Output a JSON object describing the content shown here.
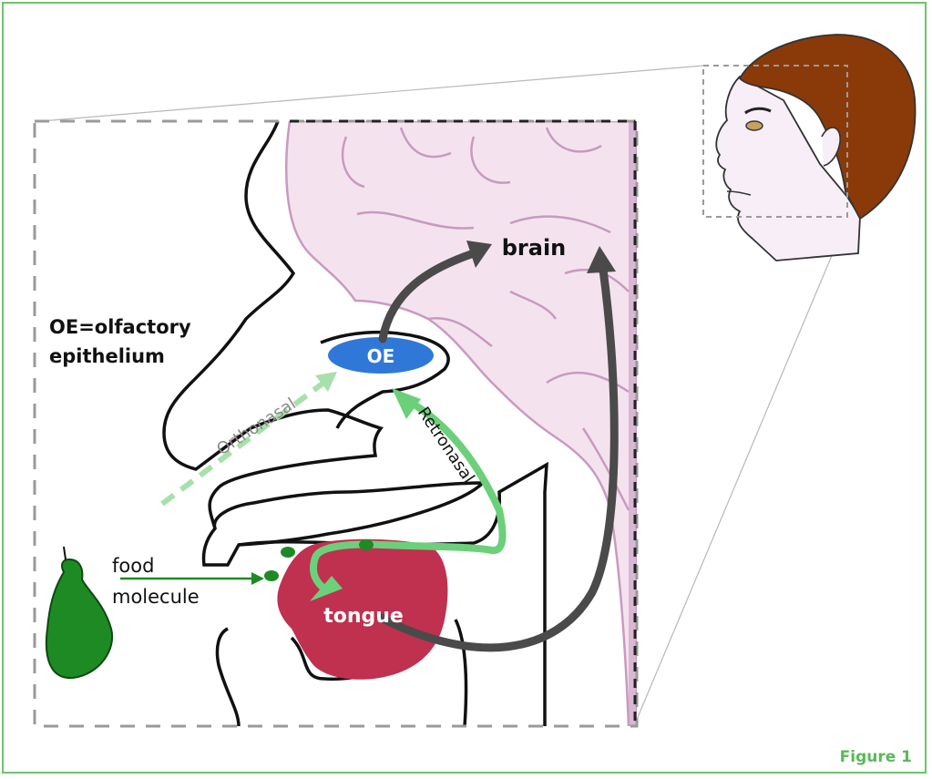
{
  "labels": {
    "brain": "brain",
    "oe": "OE",
    "legend_line1": "OE=olfactory",
    "legend_line2": "epithelium",
    "orthonasal": "Orthonasal",
    "retronasal": "Retronasal",
    "food_line1": "food",
    "food_line2": "molecule",
    "tongue": "tongue",
    "figure": "Figure 1"
  },
  "colors": {
    "frame": "#6cc56a",
    "brain_fill": "#f4e3ee",
    "brain_outline": "#c89ac0",
    "oe": "#2f78d8",
    "tongue": "#c0304f",
    "retronasal_arrow": "#6cd07a",
    "orthonasal_arrow": "#a6e0aa",
    "neural_arrow": "#4a4a4a",
    "food": "#1e8a24",
    "molecules": "#1e8a24",
    "hair": "#8a3a08",
    "skin": "#f7eef7"
  }
}
